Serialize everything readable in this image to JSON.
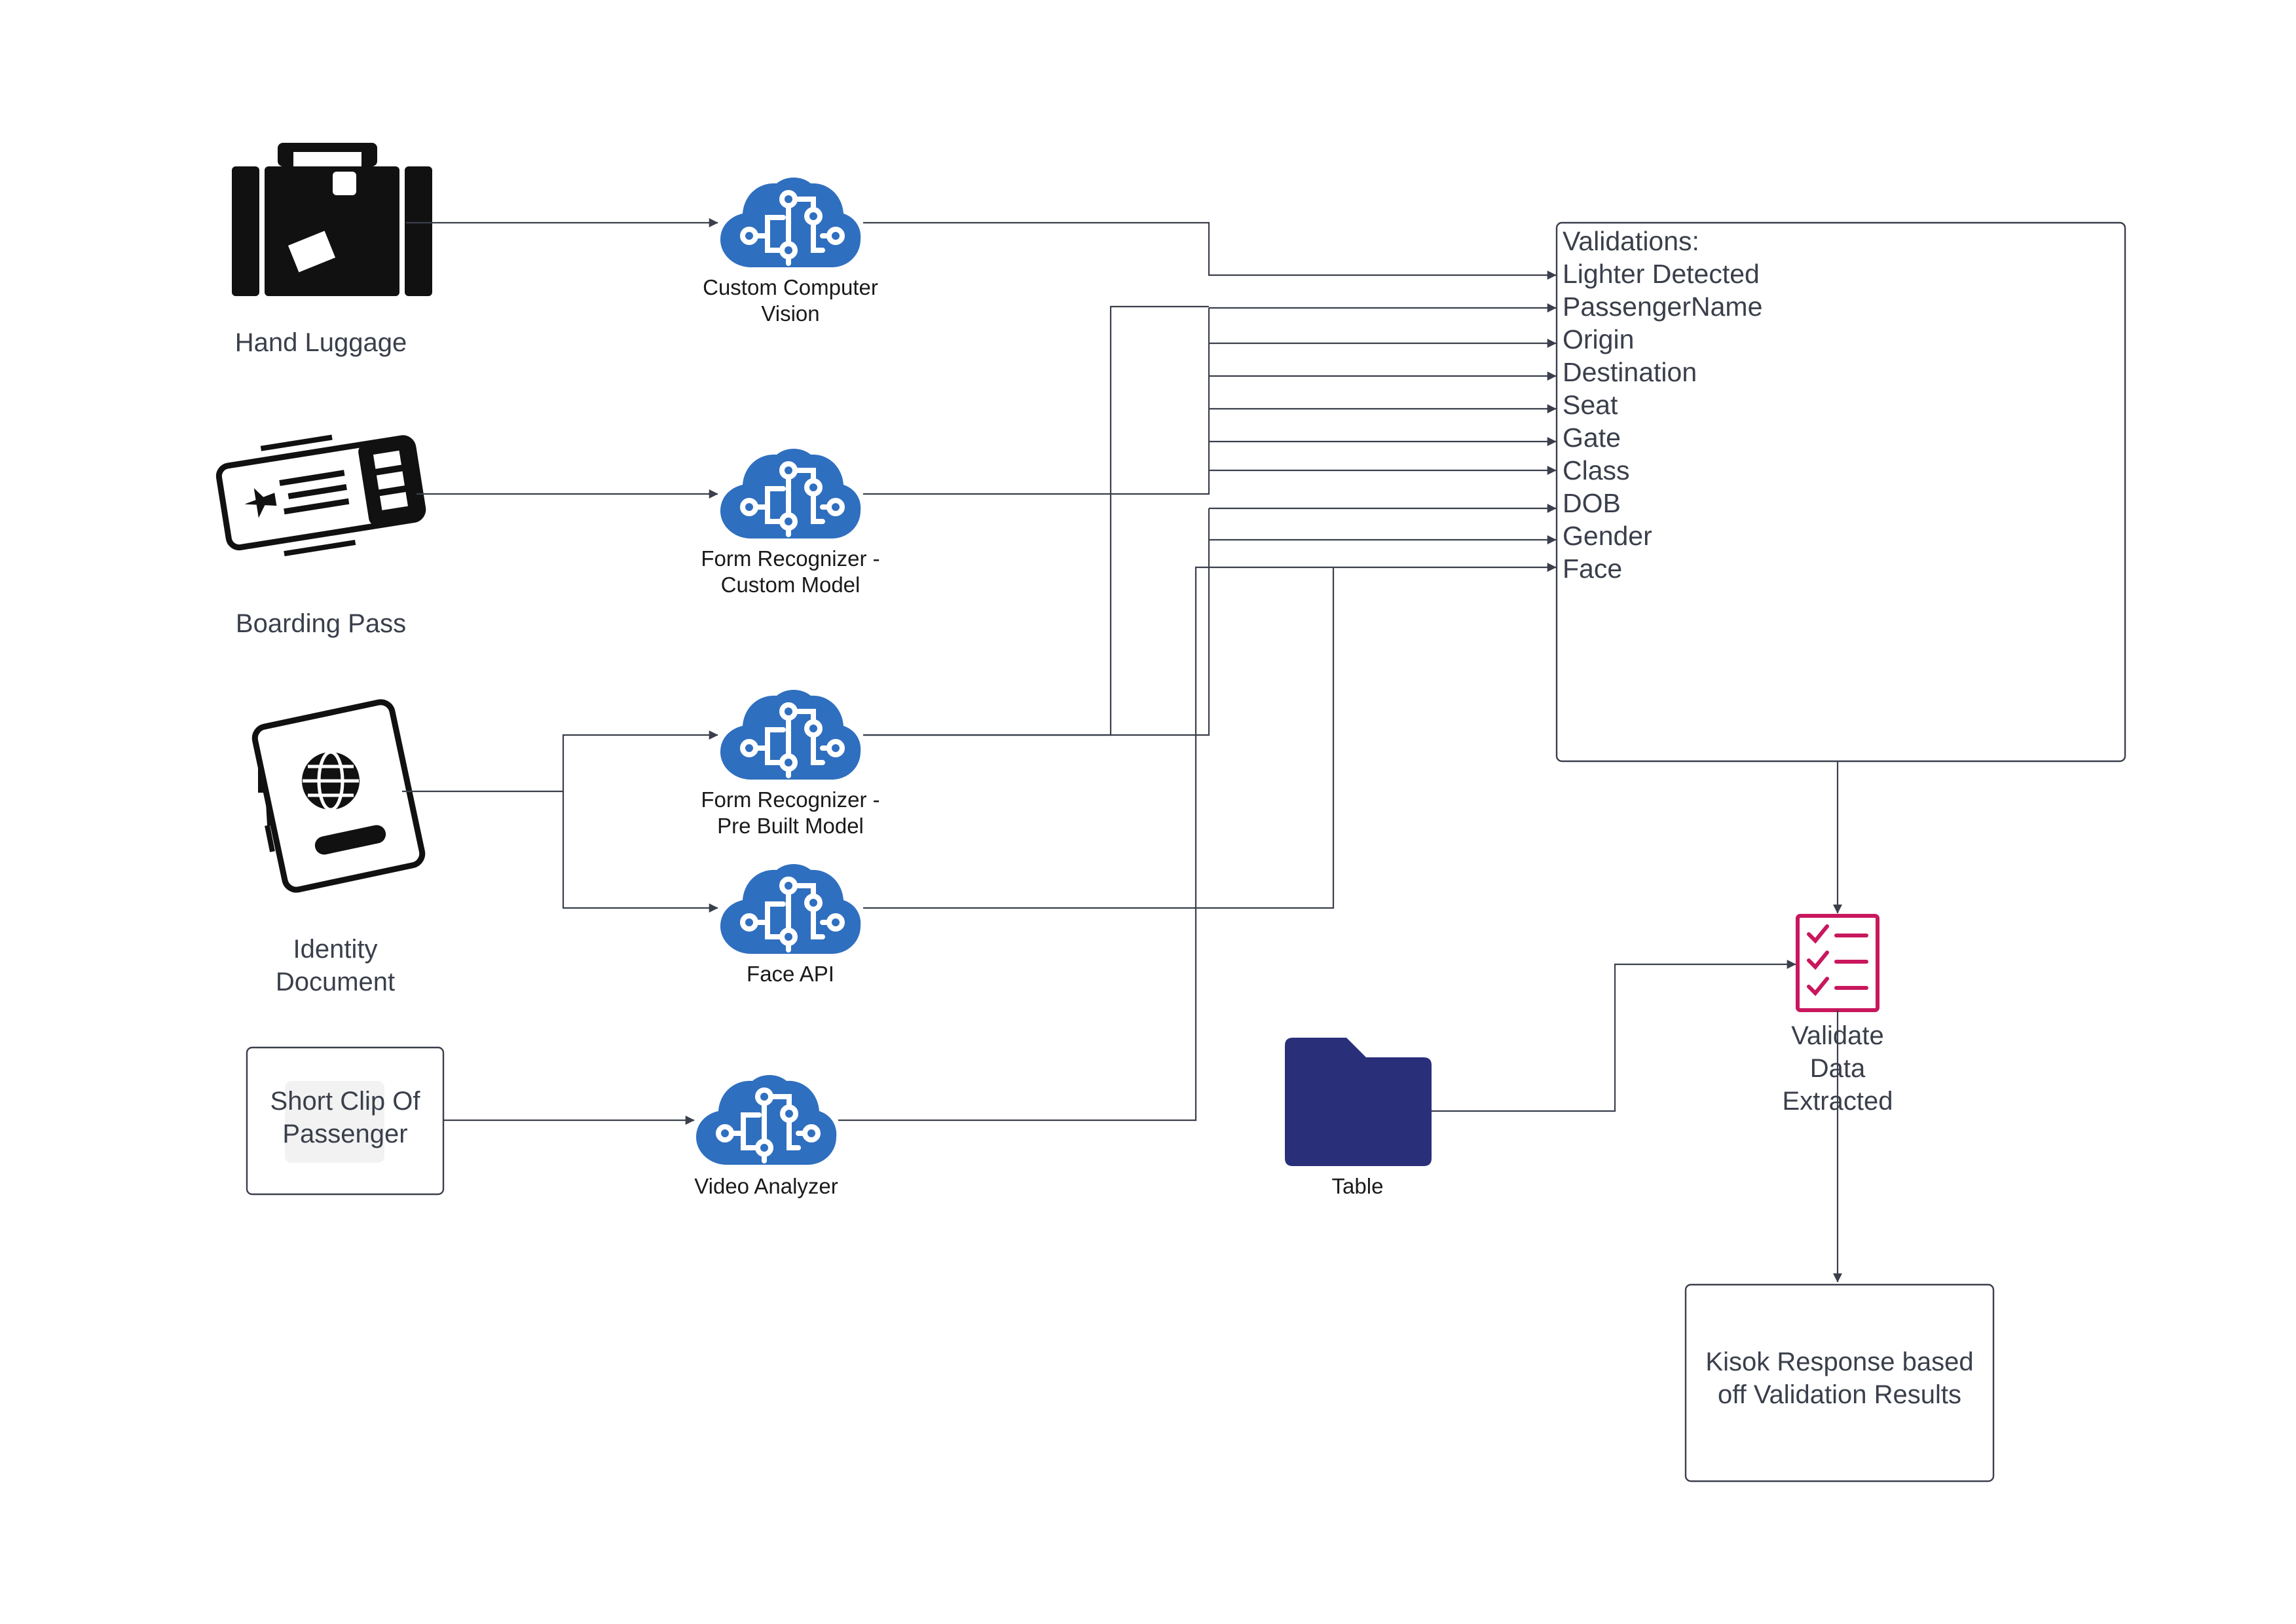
{
  "sources": {
    "hand_luggage": "Hand Luggage",
    "boarding_pass": "Boarding Pass",
    "identity_document": [
      "Identity",
      "Document"
    ],
    "short_clip": [
      "Short Clip Of",
      "Passenger"
    ]
  },
  "services": {
    "custom_vision": [
      "Custom Computer",
      "Vision"
    ],
    "form_custom": [
      "Form Recognizer -",
      "Custom Model"
    ],
    "form_prebuilt": [
      "Form Recognizer -",
      "Pre Built Model"
    ],
    "face_api": "Face API",
    "video_analyzer": "Video Analyzer"
  },
  "validations": {
    "title": "Validations:",
    "items": [
      "Lighter Detected",
      "PassengerName",
      "Origin",
      "Destination",
      "Seat",
      "Gate",
      "Class",
      "DOB",
      "Gender",
      "Face"
    ]
  },
  "table_label": "Table",
  "validate_step": [
    "Validate",
    "Data",
    "Extracted"
  ],
  "response": [
    "Kisok Response based",
    "off Validation Results"
  ],
  "colors": {
    "brain": "#2f6fbf",
    "folder": "#2a2f7a",
    "checklist": "#c8175d",
    "line": "#3a3f4b",
    "text": "#3a3f4b"
  }
}
